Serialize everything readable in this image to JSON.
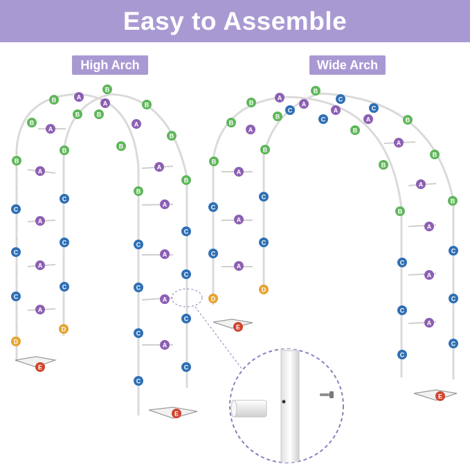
{
  "header": {
    "title": "Easy to Assemble"
  },
  "tags": {
    "high_arch": "High Arch",
    "wide_arch": "Wide Arch"
  },
  "parts": {
    "A": "A",
    "B": "B",
    "C": "C",
    "D": "D",
    "E": "E"
  },
  "colors": {
    "banner": "#a999d3",
    "part_A": "#8c5fb3",
    "part_B": "#5fb65a",
    "part_C": "#2f6fb5",
    "part_D": "#e6a330",
    "part_E": "#d0452e",
    "tube": "#d8d8d8",
    "zoom_border": "#8a7fbd"
  }
}
